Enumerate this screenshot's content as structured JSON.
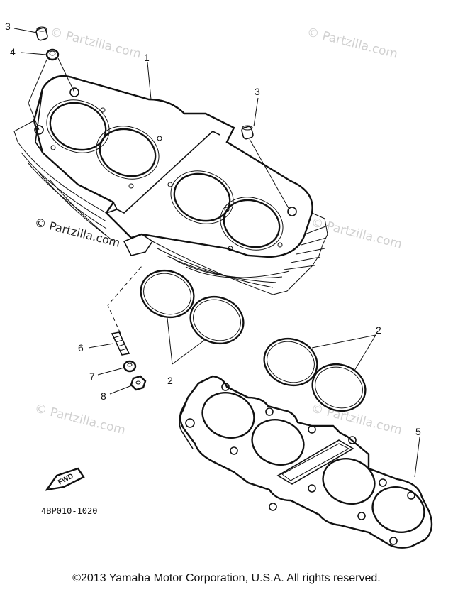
{
  "callouts": {
    "c1": "1",
    "c2a": "2",
    "c2b": "2",
    "c3a": "3",
    "c3b": "3",
    "c4": "4",
    "c5": "5",
    "c6": "6",
    "c7": "7",
    "c8": "8"
  },
  "watermark": "© Partzilla.com",
  "diagram_code": "4BP010-1020",
  "fwd_label": "FWD",
  "copyright": "©2013  Yamaha Motor Corporation, U.S.A. All rights reserved."
}
